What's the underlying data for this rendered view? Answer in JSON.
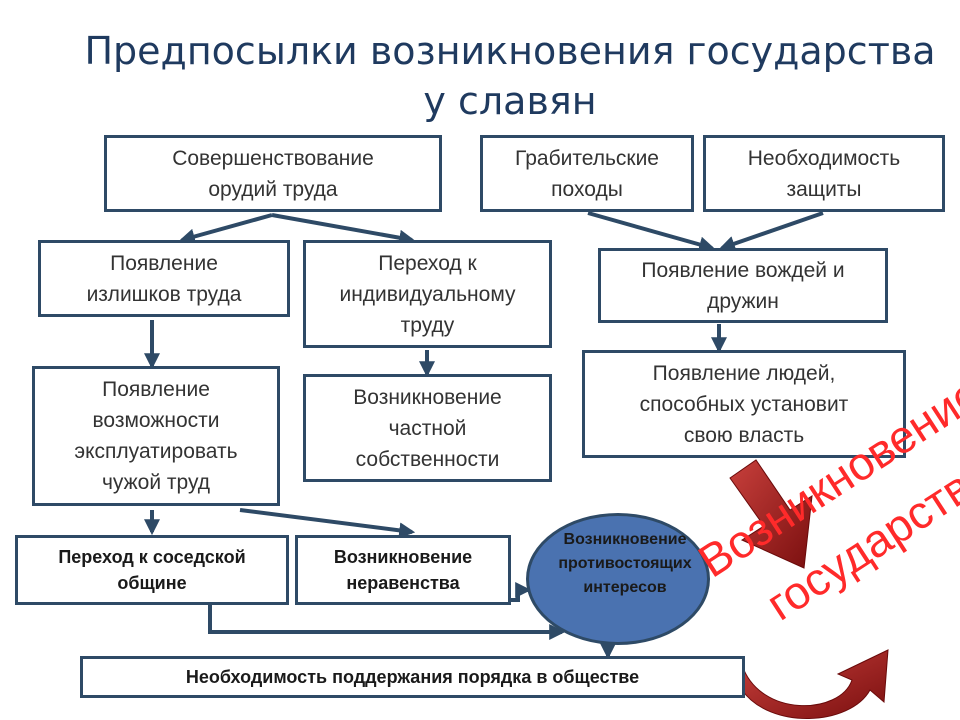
{
  "slide": {
    "title_line1": "Предпосылки возникновения государства",
    "title_line2": "у славян"
  },
  "boxes": {
    "tools": [
      "Совершенствование",
      "орудий труда"
    ],
    "raids": [
      "Грабительские",
      "походы"
    ],
    "defense": [
      "Необходимость",
      "защиты"
    ],
    "surplus": [
      "Появление",
      "излишков труда"
    ],
    "individual": [
      "Переход к",
      "индивидуальному",
      "труду"
    ],
    "leaders": [
      "Появление вождей и",
      "дружин"
    ],
    "people": [
      "Появление людей,",
      "способных установит",
      "свою власть"
    ],
    "exploit": [
      "Появление",
      "возможности",
      "эксплуатировать",
      "чужой труд"
    ],
    "property": [
      "Возникновение",
      "частной",
      "собственности"
    ],
    "community": [
      "Переход к соседской",
      "общине"
    ],
    "inequality": [
      "Возникновение",
      "неравенства"
    ],
    "interests": [
      "Возникновение",
      "противостоящих",
      "интересов"
    ],
    "order": "Необходимость поддержания порядка в обществе"
  },
  "overlay": {
    "line1": "Возникновение",
    "line2": "государства"
  },
  "colors": {
    "title": "#1f3a5f",
    "box_border": "#2e4a66",
    "circle": "#4a72b0",
    "overlay_text": "#ff2a2a",
    "big_arrow": "#9e1a1a"
  }
}
